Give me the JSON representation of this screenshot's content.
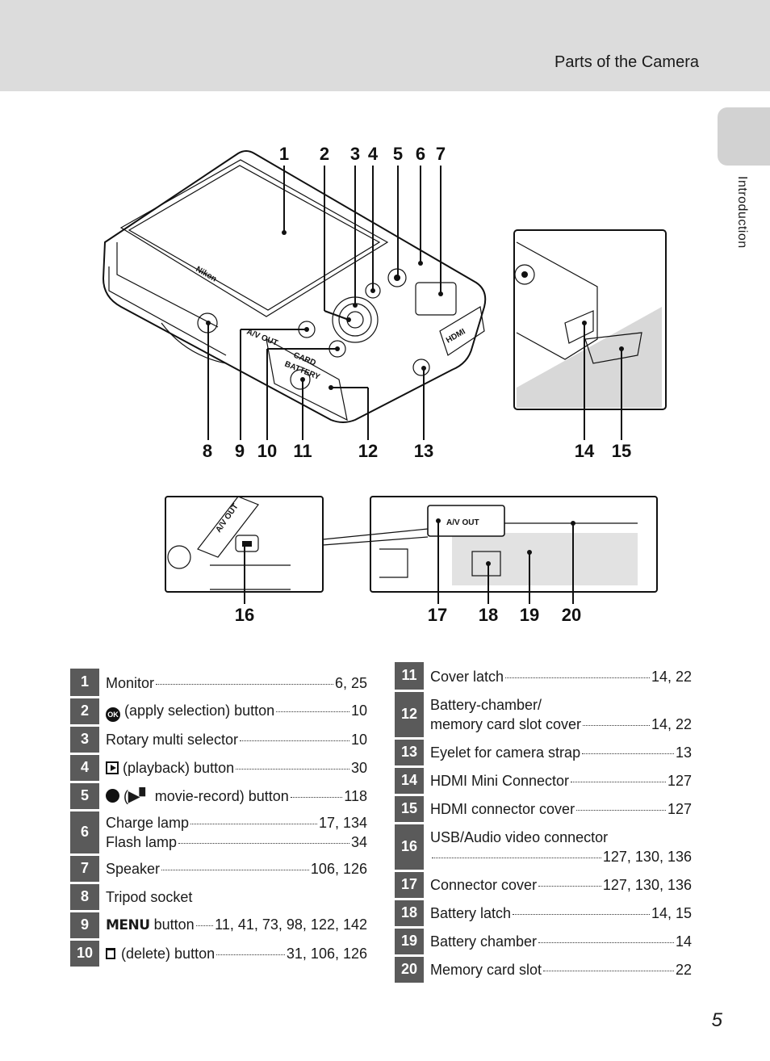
{
  "header": {
    "title": "Parts of the Camera"
  },
  "side_tab": {
    "label": "Introduction"
  },
  "page_number": "5",
  "figure": {
    "camera_marks": {
      "brand": "Nikon",
      "card_battery_1": "CARD",
      "card_battery_2": "BATTERY",
      "av_out": "A/V OUT",
      "hdmi": "HDMI"
    },
    "callouts_top": [
      "1",
      "2",
      "3",
      "4",
      "5",
      "6",
      "7"
    ],
    "callouts_mid": [
      "8",
      "9",
      "10",
      "11",
      "12",
      "13",
      "14",
      "15"
    ],
    "callouts_bottom": [
      "16",
      "17",
      "18",
      "19",
      "20"
    ]
  },
  "parts_left": [
    {
      "num": "1",
      "icon": "",
      "text": "Monitor",
      "pages": "6, 25"
    },
    {
      "num": "2",
      "icon": "ok-icon",
      "text": "(apply selection) button",
      "pages": "10"
    },
    {
      "num": "3",
      "icon": "",
      "text": "Rotary multi selector",
      "pages": "10"
    },
    {
      "num": "4",
      "icon": "playback-icon",
      "text": "(playback) button",
      "pages": "30"
    },
    {
      "num": "5",
      "icon": "record-icon",
      "text": "movie-record) button",
      "pages": "118",
      "prefix": "("
    },
    {
      "num": "6",
      "icon": "",
      "text": "Charge lamp",
      "pages": "17, 134",
      "text2": "Flash lamp",
      "pages2": "34"
    },
    {
      "num": "7",
      "icon": "",
      "text": "Speaker",
      "pages": "106, 126"
    },
    {
      "num": "8",
      "icon": "",
      "text": "Tripod socket",
      "pages": ""
    },
    {
      "num": "9",
      "icon": "menu-icon",
      "text": "button",
      "pages": "11, 41, 73, 98, 122, 142"
    },
    {
      "num": "10",
      "icon": "trash-icon",
      "text": "(delete) button",
      "pages": "31, 106, 126"
    }
  ],
  "parts_right": [
    {
      "num": "11",
      "text": "Cover latch",
      "pages": "14, 22"
    },
    {
      "num": "12",
      "text": "Battery-chamber/",
      "text2": "memory card slot cover",
      "pages2": "14, 22"
    },
    {
      "num": "13",
      "text": "Eyelet for camera strap",
      "pages": "13"
    },
    {
      "num": "14",
      "text": "HDMI Mini Connector",
      "pages": "127"
    },
    {
      "num": "15",
      "text": "HDMI connector cover",
      "pages": "127"
    },
    {
      "num": "16",
      "text": "USB/Audio video connector",
      "pages2": "127, 130, 136"
    },
    {
      "num": "17",
      "text": "Connector cover",
      "pages": "127, 130, 136"
    },
    {
      "num": "18",
      "text": "Battery latch",
      "pages": "14, 15"
    },
    {
      "num": "19",
      "text": "Battery chamber",
      "pages": "14"
    },
    {
      "num": "20",
      "text": "Memory card slot",
      "pages": "22"
    }
  ],
  "glyphs": {
    "menu": "MENU",
    "ok": "OK"
  }
}
